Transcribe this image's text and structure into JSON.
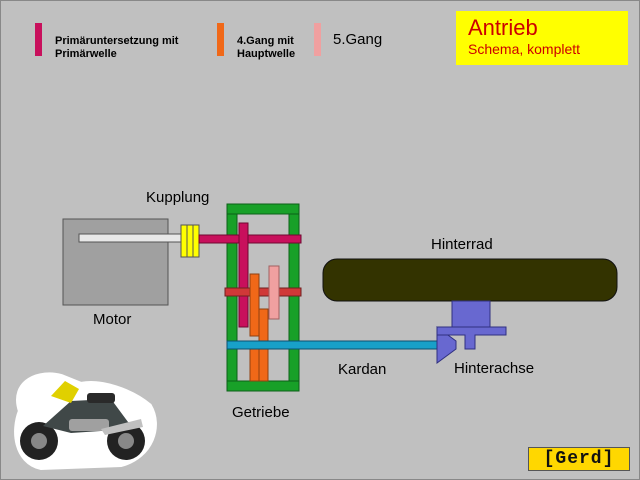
{
  "title": {
    "main": "Antrieb",
    "sub": "Schema, komplett"
  },
  "legend": [
    {
      "label": "Primäruntersetzung mit Primärwelle",
      "color": "#c8105c"
    },
    {
      "label": "4.Gang mit Hauptwelle",
      "color": "#f06818"
    },
    {
      "label": "5.Gang",
      "color": "#f0a0a0"
    }
  ],
  "labels": {
    "kupplung": "Kupplung",
    "motor": "Motor",
    "getriebe": "Getriebe",
    "kardan": "Kardan",
    "hinterrad": "Hinterrad",
    "hinterachse": "Hinterachse"
  },
  "logo": "Gerd",
  "colors": {
    "background": "#c0c0c0",
    "motor": "#a0a0a0",
    "getriebe": "#18a028",
    "kupplung": "#ffff00",
    "primaer": "#c8105c",
    "gang4": "#f06818",
    "gang5": "#f0a0a0",
    "hauptwelle": "#d03838",
    "kardan": "#18a0c8",
    "hinterrad": "#333300",
    "hinterachse": "#6868d0",
    "title_bg": "#ffff00",
    "title_text": "#cc0000"
  }
}
